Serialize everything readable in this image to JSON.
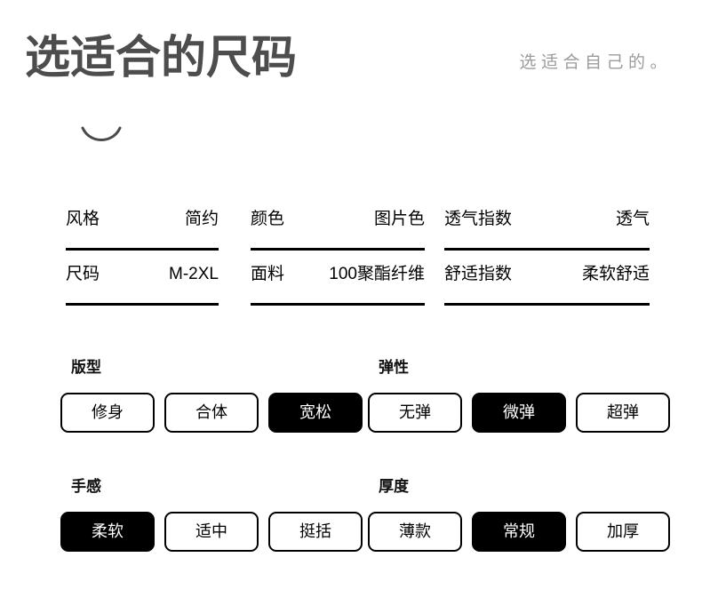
{
  "header": {
    "title": "选适合的尺码",
    "subtitle": "选适合自己的。",
    "divider_icon": "smile-arc-icon"
  },
  "spec_table": {
    "rows": [
      [
        {
          "key": "风格",
          "value": "简约"
        },
        {
          "key": "颜色",
          "value": "图片色"
        },
        {
          "key": "透气指数",
          "value": "透气"
        }
      ],
      [
        {
          "key": "尺码",
          "value": "M-2XL"
        },
        {
          "key": "面料",
          "value": "100聚酯纤维"
        },
        {
          "key": "舒适指数",
          "value": "柔软舒适"
        }
      ]
    ]
  },
  "option_groups": [
    {
      "label": "版型",
      "options": [
        {
          "label": "修身",
          "selected": false
        },
        {
          "label": "合体",
          "selected": false
        },
        {
          "label": "宽松",
          "selected": true
        }
      ]
    },
    {
      "label": "弹性",
      "options": [
        {
          "label": "无弹",
          "selected": false
        },
        {
          "label": "微弹",
          "selected": true
        },
        {
          "label": "超弹",
          "selected": false
        }
      ]
    },
    {
      "label": "手感",
      "options": [
        {
          "label": "柔软",
          "selected": true
        },
        {
          "label": "适中",
          "selected": false
        },
        {
          "label": "挺括",
          "selected": false
        }
      ]
    },
    {
      "label": "厚度",
      "options": [
        {
          "label": "薄款",
          "selected": false
        },
        {
          "label": "常规",
          "selected": true
        },
        {
          "label": "加厚",
          "selected": false
        }
      ]
    }
  ],
  "colors": {
    "title": "#4d4d4d",
    "subtitle": "#9b9b9b",
    "text": "#000000",
    "selected_bg": "#000000",
    "selected_fg": "#ffffff",
    "background": "#ffffff"
  }
}
